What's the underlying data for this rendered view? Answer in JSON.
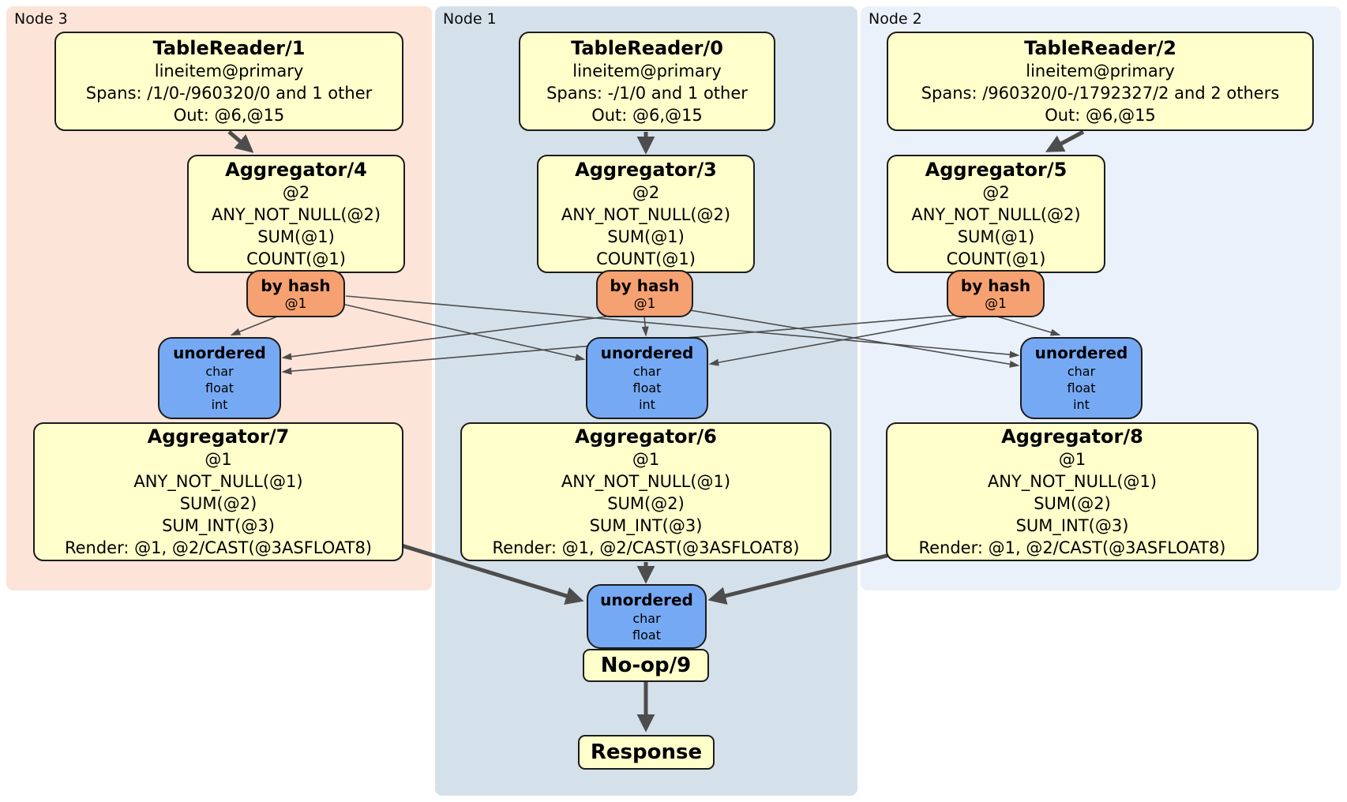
{
  "regions": [
    {
      "label": "Node 3"
    },
    {
      "label": "Node 1"
    },
    {
      "label": "Node 2"
    }
  ],
  "colors": {
    "node3_bg": "#fce4d8",
    "node1_bg": "#d5e1ea",
    "node2_bg": "#eaf1fa",
    "processor_bg": "#ffffcc",
    "router_bg": "#f5a171",
    "sync_bg": "#76a9f3",
    "border": "#1c1c1c",
    "edge": "#4d4d4d"
  },
  "nodes": {
    "tablereader1": {
      "title": "TableReader/1",
      "lines": [
        "lineitem@primary",
        "Spans: /1/0-/960320/0 and 1 other",
        "Out: @6,@15"
      ]
    },
    "tablereader0": {
      "title": "TableReader/0",
      "lines": [
        "lineitem@primary",
        "Spans: -/1/0 and 1 other",
        "Out: @6,@15"
      ]
    },
    "tablereader2": {
      "title": "TableReader/2",
      "lines": [
        "lineitem@primary",
        "Spans: /960320/0-/1792327/2 and 2 others",
        "Out: @6,@15"
      ]
    },
    "aggregator4": {
      "title": "Aggregator/4",
      "lines": [
        "@2",
        "ANY_NOT_NULL(@2)",
        "SUM(@1)",
        "COUNT(@1)"
      ]
    },
    "aggregator3": {
      "title": "Aggregator/3",
      "lines": [
        "@2",
        "ANY_NOT_NULL(@2)",
        "SUM(@1)",
        "COUNT(@1)"
      ]
    },
    "aggregator5": {
      "title": "Aggregator/5",
      "lines": [
        "@2",
        "ANY_NOT_NULL(@2)",
        "SUM(@1)",
        "COUNT(@1)"
      ]
    },
    "byhash1": {
      "title": "by hash",
      "sub": "@1"
    },
    "byhash2": {
      "title": "by hash",
      "sub": "@1"
    },
    "byhash3": {
      "title": "by hash",
      "sub": "@1"
    },
    "unordered1": {
      "title": "unordered",
      "lines": [
        "char",
        "float",
        "int"
      ]
    },
    "unordered2": {
      "title": "unordered",
      "lines": [
        "char",
        "float",
        "int"
      ]
    },
    "unordered3": {
      "title": "unordered",
      "lines": [
        "char",
        "float",
        "int"
      ]
    },
    "aggregator7": {
      "title": "Aggregator/7",
      "lines": [
        "@1",
        "ANY_NOT_NULL(@1)",
        "SUM(@2)",
        "SUM_INT(@3)",
        "Render: @1, @2/CAST(@3ASFLOAT8)"
      ]
    },
    "aggregator6": {
      "title": "Aggregator/6",
      "lines": [
        "@1",
        "ANY_NOT_NULL(@1)",
        "SUM(@2)",
        "SUM_INT(@3)",
        "Render: @1, @2/CAST(@3ASFLOAT8)"
      ]
    },
    "aggregator8": {
      "title": "Aggregator/8",
      "lines": [
        "@1",
        "ANY_NOT_NULL(@1)",
        "SUM(@2)",
        "SUM_INT(@3)",
        "Render: @1, @2/CAST(@3ASFLOAT8)"
      ]
    },
    "unordered_final": {
      "title": "unordered",
      "lines": [
        "char",
        "float"
      ]
    },
    "noop9": {
      "title": "No-op/9"
    },
    "response": {
      "title": "Response"
    }
  }
}
